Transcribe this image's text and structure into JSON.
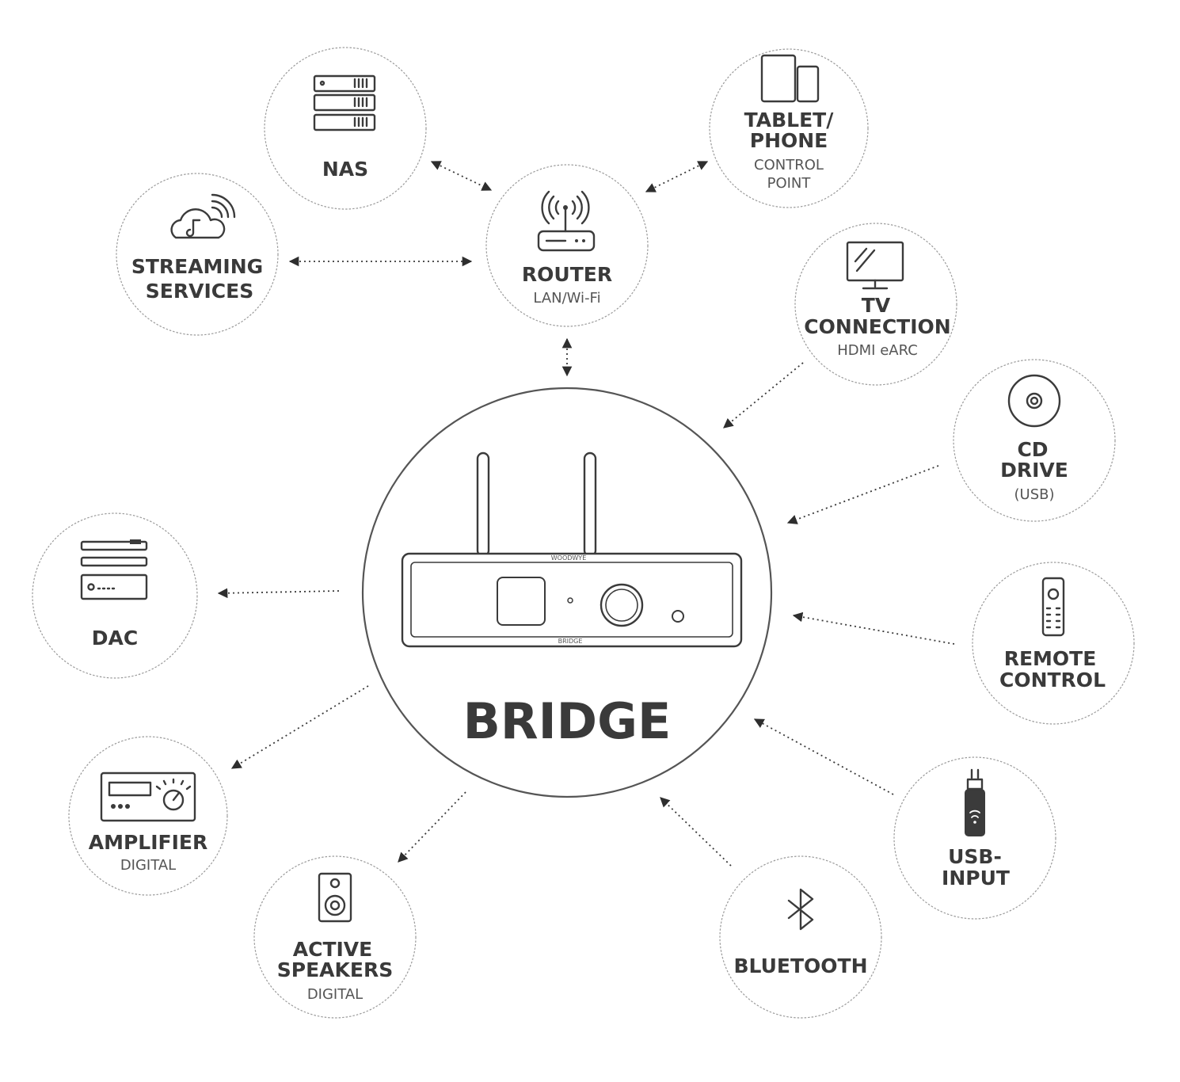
{
  "hub": {
    "title": "BRIDGE",
    "brand": "WOODWYE",
    "front_label": "BRIDGE"
  },
  "nodes": {
    "nas": {
      "title": "NAS",
      "icon": "nas-icon"
    },
    "tablet": {
      "title1": "TABLET/",
      "title2": "PHONE",
      "sub1": "CONTROL",
      "sub2": "POINT",
      "icon": "tablet-phone-icon"
    },
    "streaming": {
      "title1": "STREAMING",
      "title2": "SERVICES",
      "icon": "cloud-music-icon"
    },
    "router": {
      "title": "ROUTER",
      "sub": "LAN/Wi-Fi",
      "icon": "router-icon"
    },
    "tv": {
      "title1": "TV",
      "title2": "CONNECTION",
      "sub": "HDMI eARC",
      "icon": "tv-icon"
    },
    "cd": {
      "title1": "CD",
      "title2": "DRIVE",
      "sub": "(USB)",
      "icon": "cd-icon"
    },
    "remote": {
      "title1": "REMOTE",
      "title2": "CONTROL",
      "icon": "remote-icon"
    },
    "usb": {
      "title1": "USB-",
      "title2": "INPUT",
      "icon": "usb-stick-icon"
    },
    "bluetooth": {
      "title": "BLUETOOTH",
      "icon": "bluetooth-icon"
    },
    "speakers": {
      "title1": "ACTIVE",
      "title2": "SPEAKERS",
      "sub": "DIGITAL",
      "icon": "speaker-icon"
    },
    "amplifier": {
      "title": "AMPLIFIER",
      "sub": "DIGITAL",
      "icon": "amplifier-icon"
    },
    "dac": {
      "title": "DAC",
      "icon": "dac-icon"
    }
  },
  "colors": {
    "stroke": "#3a3a3a",
    "node_border": "#9a9a9a",
    "background": "#ffffff"
  }
}
